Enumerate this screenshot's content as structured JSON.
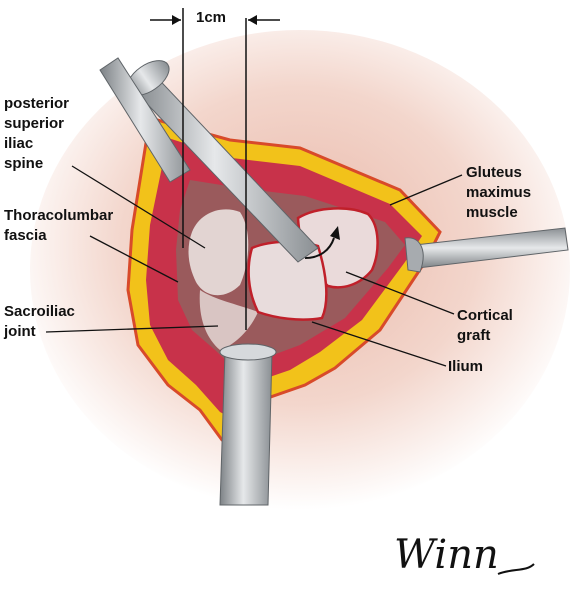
{
  "labels": {
    "posterior_superior_iliac_spine": [
      "posterior",
      "superior",
      "iliac",
      "spine"
    ],
    "thoracolumbar_fascia": [
      "Thoracolumbar",
      "fascia"
    ],
    "sacroiliac_joint": [
      "Sacroiliac",
      "joint"
    ],
    "gluteus_maximus_muscle": [
      "Gluteus",
      "maximus",
      "muscle"
    ],
    "cortical_graft": [
      "Cortical",
      "graft"
    ],
    "ilium": "Ilium"
  },
  "scale_bar": {
    "label": "1cm"
  },
  "signature": "Winn",
  "colors": {
    "skin": "#f3d6cc",
    "muscle": "#c8324a",
    "fat": "#f2c21a",
    "bone": "#e2d4d2",
    "instrument": "#b8bcc0",
    "label_text": "#111111"
  }
}
